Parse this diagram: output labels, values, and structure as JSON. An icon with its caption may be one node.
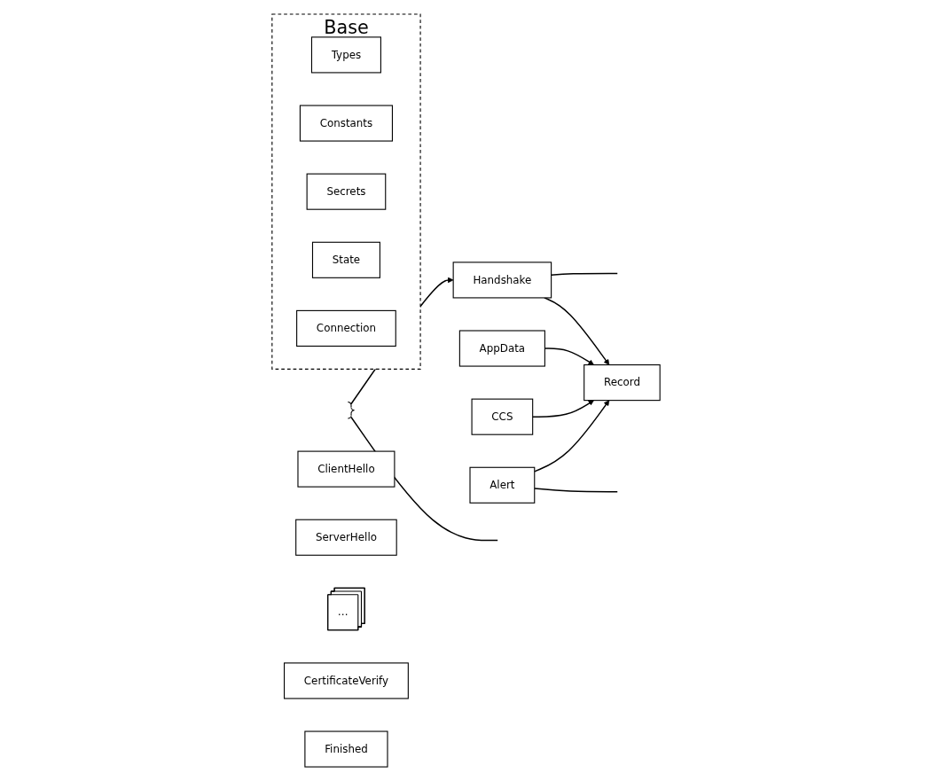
{
  "diagram": {
    "nodes": [
      {
        "text": [
          "Base"
        ]
      },
      {
        "text": [
          "Types"
        ],
        "in": 0
      },
      {
        "text": [
          "Constants"
        ],
        "in": 0
      },
      {
        "text": [
          "Secrets"
        ],
        "in": 0
      },
      {
        "text": [
          "State"
        ],
        "in": 0
      },
      {
        "text": [
          "Connection"
        ],
        "in": 0
      },
      {
        "text": [
          "ClientHello"
        ]
      },
      {
        "text": [
          "ServerHello"
        ]
      },
      {
        "text": [
          "…"
        ]
      },
      {
        "text": [
          "CertificateVerify"
        ]
      },
      {
        "text": [
          "Finished"
        ]
      },
      {
        "text": [],
        "shape": "bracket"
      },
      {
        "text": [
          "Handshake"
        ]
      },
      {
        "text": [
          "AppData"
        ]
      },
      {
        "text": [
          "CCS"
        ]
      },
      {
        "text": [
          "Record"
        ]
      },
      {
        "text": [
          "Alert"
        ]
      }
    ],
    "edges": [
      {
        "from": 11,
        "to": null,
        "arrow": "none"
      },
      {
        "from": 11,
        "to": 12,
        "arrow": "to"
      },
      {
        "from": 12,
        "to": null,
        "arrow": "none"
      },
      {
        "from": 12,
        "to": 15,
        "arrow": "to"
      },
      {
        "from": 13,
        "to": 15,
        "arrow": "to"
      },
      {
        "from": 14,
        "to": 15,
        "arrow": "to"
      },
      {
        "from": 16,
        "to": 15,
        "arrow": "to"
      },
      {
        "from": 16,
        "to": null,
        "arrow": "none"
      }
    ]
  }
}
